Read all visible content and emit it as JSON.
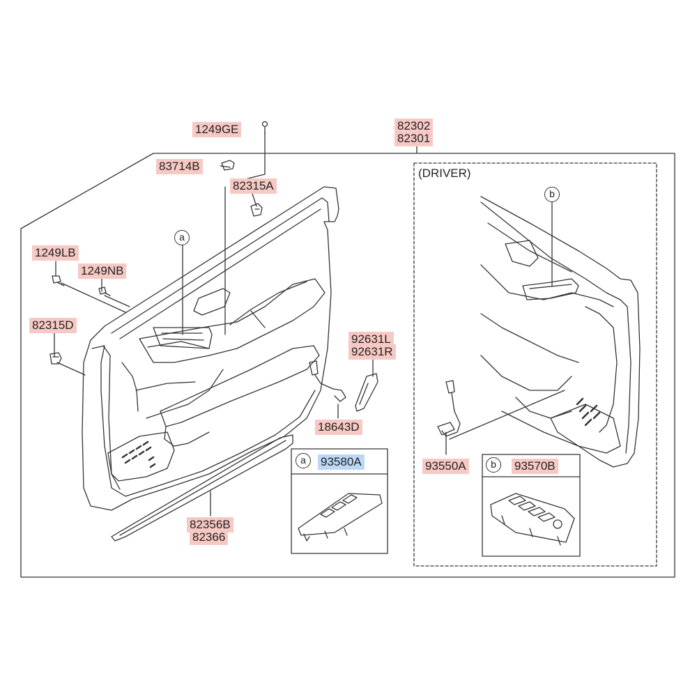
{
  "labels": {
    "p1249GE": "1249GE",
    "p82302": "82302",
    "p82301": "82301",
    "p83714B": "83714B",
    "p82315A": "82315A",
    "p1249LB": "1249LB",
    "p1249NB": "1249NB",
    "p82315D": "82315D",
    "p92631L": "92631L",
    "p92631R": "92631R",
    "p18643D": "18643D",
    "p82356B": "82356B",
    "p82366": "82366",
    "p93580A": "93580A",
    "p93550A": "93550A",
    "p93570B": "93570B",
    "driver": "(DRIVER)"
  },
  "callouts": {
    "a": "a",
    "b": "b"
  },
  "colors": {
    "line": "#333333",
    "highlight_red": "#f7c9c4",
    "highlight_blue": "#bcd8f5"
  }
}
